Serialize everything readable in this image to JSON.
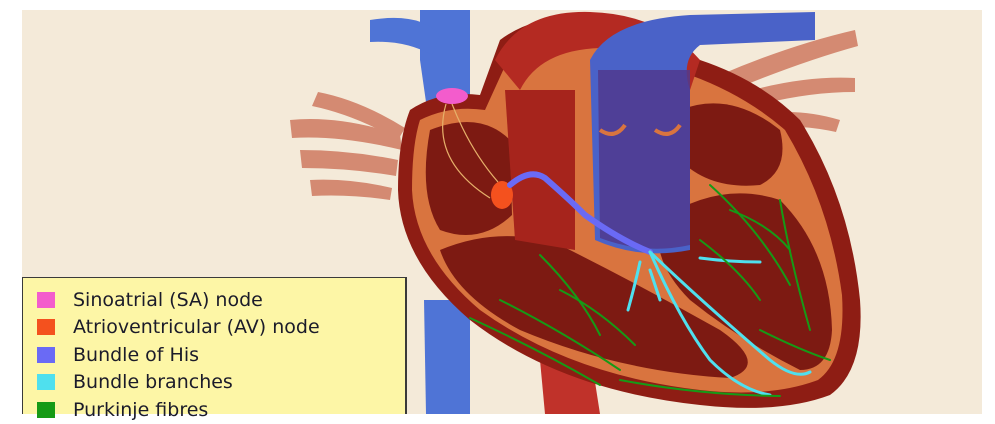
{
  "legend": {
    "items": [
      {
        "label": "Sinoatrial (SA) node",
        "color": "#f35ccc"
      },
      {
        "label": "Atrioventricular (AV) node",
        "color": "#f4511e"
      },
      {
        "label": "Bundle of His",
        "color": "#6a6af5"
      },
      {
        "label": "Bundle branches",
        "color": "#4fe0ee"
      },
      {
        "label": "Purkinje fibres",
        "color": "#169a16"
      }
    ]
  },
  "colors": {
    "background": "#f4ead9",
    "heart_wall": "#8e1d14",
    "heart_inner": "#d9743f",
    "chamber": "#7d1a12",
    "vessel_blue": "#4f74d6",
    "vessel_red": "#c0322a",
    "vessel_brown": "#d48a72"
  }
}
